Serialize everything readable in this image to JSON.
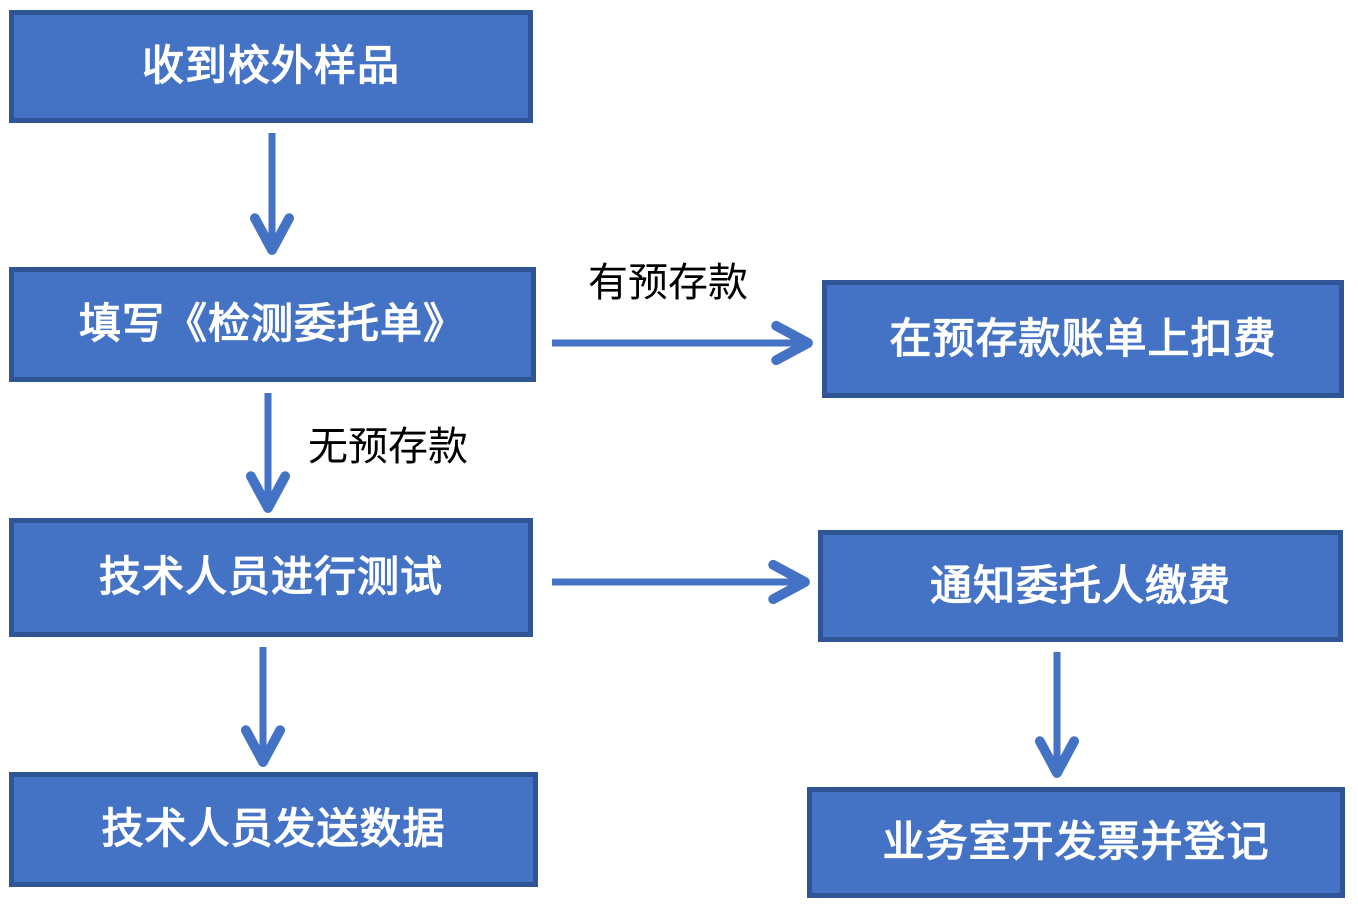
{
  "colors": {
    "box_fill": "#4472C4",
    "box_border": "#2F5597",
    "arrow_color": "#4472C4",
    "box_text": "#FFFFFF",
    "label_text": "#000000",
    "page_bg": "#FFFFFF"
  },
  "flowchart": {
    "type": "flowchart",
    "nodes": [
      {
        "id": "receive-samples",
        "label": "收到校外样品"
      },
      {
        "id": "fill-commission-form",
        "label": "填写《检测委托单》"
      },
      {
        "id": "technician-testing",
        "label": "技术人员进行测试"
      },
      {
        "id": "technician-send-data",
        "label": "技术人员发送数据"
      },
      {
        "id": "deduct-from-deposit",
        "label": "在预存款账单上扣费"
      },
      {
        "id": "notify-client-pay",
        "label": "通知委托人缴费"
      },
      {
        "id": "invoice-and-register",
        "label": "业务室开发票并登记"
      }
    ],
    "edge_labels": [
      {
        "id": "has-deposit",
        "text": "有预存款"
      },
      {
        "id": "no-deposit",
        "text": "无预存款"
      }
    ],
    "edges": [
      {
        "from": "receive-samples",
        "to": "fill-commission-form",
        "label": ""
      },
      {
        "from": "fill-commission-form",
        "to": "deduct-from-deposit",
        "label": "有预存款"
      },
      {
        "from": "fill-commission-form",
        "to": "technician-testing",
        "label": "无预存款"
      },
      {
        "from": "technician-testing",
        "to": "notify-client-pay",
        "label": ""
      },
      {
        "from": "technician-testing",
        "to": "technician-send-data",
        "label": ""
      },
      {
        "from": "notify-client-pay",
        "to": "invoice-and-register",
        "label": ""
      }
    ]
  }
}
